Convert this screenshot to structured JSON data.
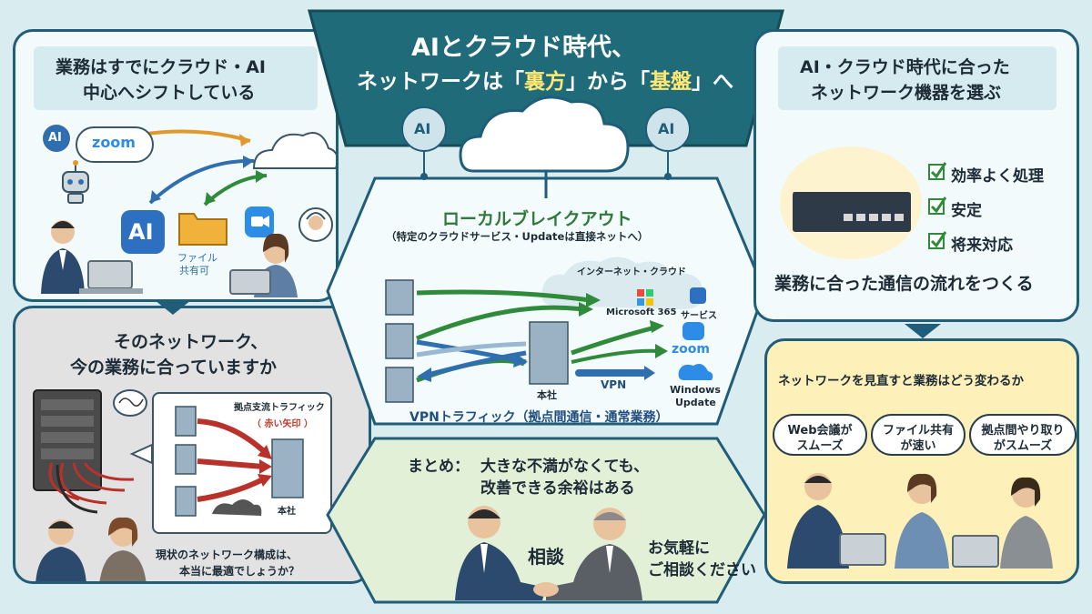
{
  "header": {
    "title_line1": "AIとクラウド時代、",
    "title_line2_a": "ネットワークは「",
    "title_line2_b": "裏方",
    "title_line2_c": "」から「",
    "title_line2_d": "基盤",
    "title_line2_e": "」へ"
  },
  "top_left": {
    "heading_line1": "業務はすでにクラウド・AI",
    "heading_line2": "中心へシフトしている",
    "ai_bubble": "AI",
    "zoom_bubble": "zoom",
    "ai_badge": "AI",
    "folder_label_line1": "ファイル",
    "folder_label_line2": "共有可"
  },
  "bottom_left": {
    "heading_line1": "そのネットワーク、",
    "heading_line2": "今の業務に合っていますか",
    "diagram_title": "拠点支流トラフィック",
    "diagram_note": "（ 赤い矢印 ）",
    "hq_label": "本社",
    "question_line1": "現状のネットワーク構成は、",
    "question_line2": "本当に最適でしょうか？"
  },
  "center": {
    "ai_icon_left": "AI",
    "ai_icon_right": "AI",
    "breakout_title": "ローカルブレイクアウト",
    "breakout_sub": "（特定のクラウドサービス・Updateは直接ネットへ）",
    "internet_cloud": "インターネット・クラウド",
    "ms365": "Microsoft 365",
    "service": "サービス",
    "zoom": "zoom",
    "windows_update_line1": "Windows",
    "windows_update_line2": "Update",
    "vpn_label": "VPN",
    "hq_label": "本社",
    "vpn_traffic": "VPNトラフィック（拠点間通信・通常業務）"
  },
  "bottom_center": {
    "summary_label": "まとめ：",
    "summary_line1": "大きな不満がなくても、",
    "summary_line2": "改善できる余裕はある",
    "consult": "相談",
    "cta_line1": "お気軽に",
    "cta_line2": "ご相談ください"
  },
  "top_right": {
    "heading_line1": "AI・クラウド時代に合った",
    "heading_line2": "ネットワーク機器を選ぶ",
    "checks": [
      "効率よく処理",
      "安定",
      "将来対応"
    ],
    "tagline": "業務に合った通信の流れをつくる"
  },
  "bottom_right": {
    "heading": "ネットワークを見直すと業務はどう変わるか",
    "bubbles": [
      {
        "line1": "Web会議が",
        "line2": "スムーズ"
      },
      {
        "line1": "ファイル共有",
        "line2": "が速い"
      },
      {
        "line1": "拠点間やり取り",
        "line2": "がスムーズ"
      }
    ]
  },
  "colors": {
    "accent_teal": "#1f6b7a",
    "title_yellow": "#ffe873",
    "check_green": "#2e8b3a",
    "arrow_green": "#2f8a3a",
    "arrow_blue": "#2f6fb0",
    "arrow_red": "#b8322b"
  }
}
